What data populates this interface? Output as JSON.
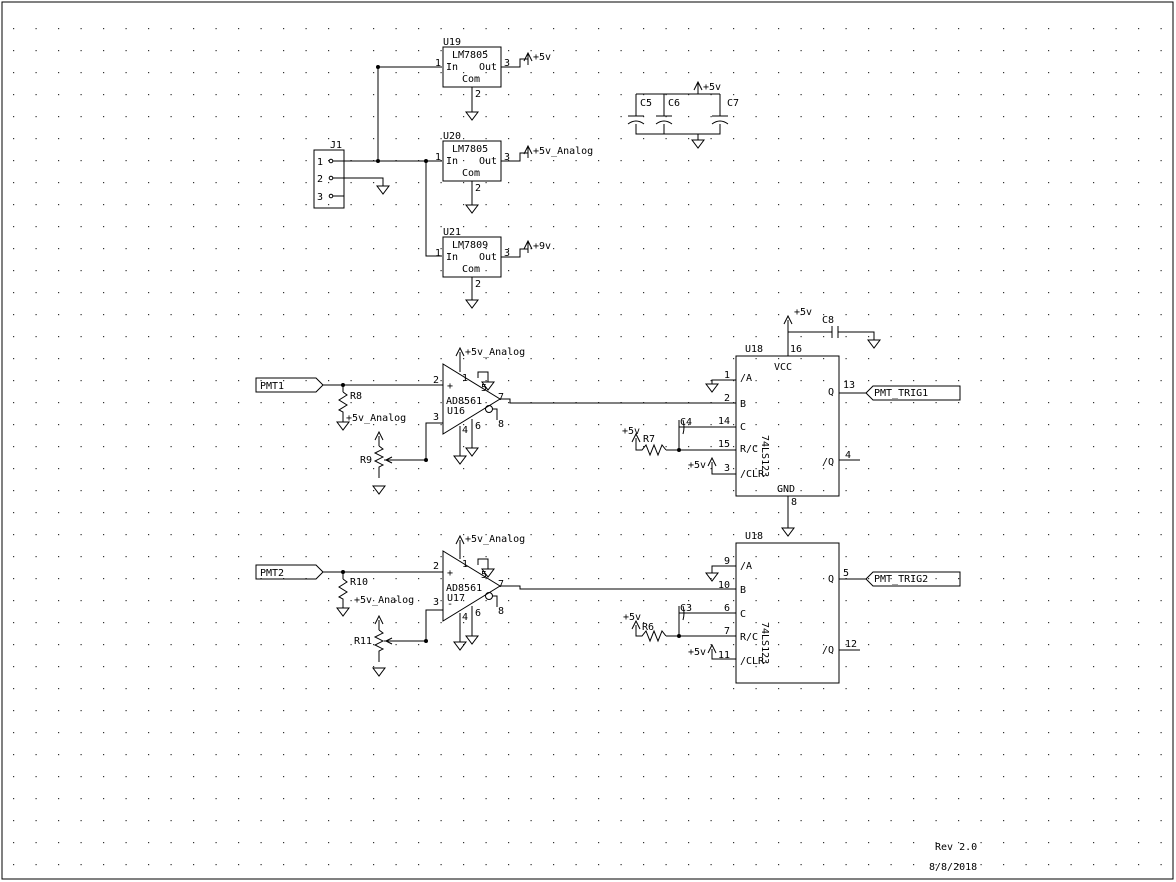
{
  "revision": "Rev 2.0",
  "date": "8/8/2018",
  "connector": {
    "ref": "J1",
    "pins": [
      "1",
      "2",
      "3"
    ]
  },
  "regulators": [
    {
      "ref": "U19",
      "part": "LM7805",
      "pin_in": "1",
      "pin_out": "3",
      "pin_com": "2",
      "lbl_in": "In",
      "lbl_out": "Out",
      "lbl_com": "Com",
      "rail": "+5v"
    },
    {
      "ref": "U20",
      "part": "LM7805",
      "pin_in": "1",
      "pin_out": "3",
      "pin_com": "2",
      "lbl_in": "In",
      "lbl_out": "Out",
      "lbl_com": "Com",
      "rail": "+5v_Analog"
    },
    {
      "ref": "U21",
      "part": "LM7809",
      "pin_in": "1",
      "pin_out": "3",
      "pin_com": "2",
      "lbl_in": "In",
      "lbl_out": "Out",
      "lbl_com": "Com",
      "rail": "+9v"
    }
  ],
  "decoupling": {
    "rail": "+5v",
    "caps": [
      "C5",
      "C6",
      "C7"
    ]
  },
  "channels": [
    {
      "input_net": "PMT1",
      "comparator": {
        "part": "AD8561",
        "ref": "U16",
        "rail": "+5v_Analog",
        "pins": [
          "2",
          "3",
          "1",
          "5",
          "4",
          "6",
          "7",
          "8"
        ]
      },
      "resistor": "R8",
      "pot": "R9",
      "pot_rail": "+5v_Analog",
      "oneshot": {
        "ref": "U18",
        "part": "74LS123",
        "pin_a": "1",
        "pin_b": "2",
        "pin_c": "14",
        "pin_rc": "15",
        "pin_clr": "3",
        "pin_q": "13",
        "pin_qn": "4",
        "pin_vcc": "16",
        "pin_gnd": "8",
        "lbl_a": "/A",
        "lbl_b": "B",
        "lbl_c": "C",
        "lbl_rc": "R/C",
        "lbl_clr": "/CLR",
        "lbl_q": "Q",
        "lbl_qn": "/Q",
        "lbl_vcc": "VCC",
        "lbl_gnd": "GND"
      },
      "timing_cap": "C4",
      "timing_res": "R7",
      "bypass_cap": "C8",
      "output_net": "PMT_TRIG1"
    },
    {
      "input_net": "PMT2",
      "comparator": {
        "part": "AD8561",
        "ref": "U17",
        "rail": "+5v_Analog",
        "pins": [
          "2",
          "3",
          "1",
          "5",
          "4",
          "6",
          "7",
          "8"
        ]
      },
      "resistor": "R10",
      "pot": "R11",
      "pot_rail": "+5v_Analog",
      "oneshot": {
        "ref": "U18",
        "part": "74LS123",
        "pin_a": "9",
        "pin_b": "10",
        "pin_c": "6",
        "pin_rc": "7",
        "pin_clr": "11",
        "pin_q": "5",
        "pin_qn": "12",
        "lbl_a": "/A",
        "lbl_b": "B",
        "lbl_c": "C",
        "lbl_rc": "R/C",
        "lbl_clr": "/CLR",
        "lbl_q": "Q",
        "lbl_qn": "/Q"
      },
      "timing_cap": "C3",
      "timing_res": "R6",
      "output_net": "PMT_TRIG2"
    }
  ],
  "rail_5v": "+5v",
  "plus": "+",
  "minus": "-"
}
